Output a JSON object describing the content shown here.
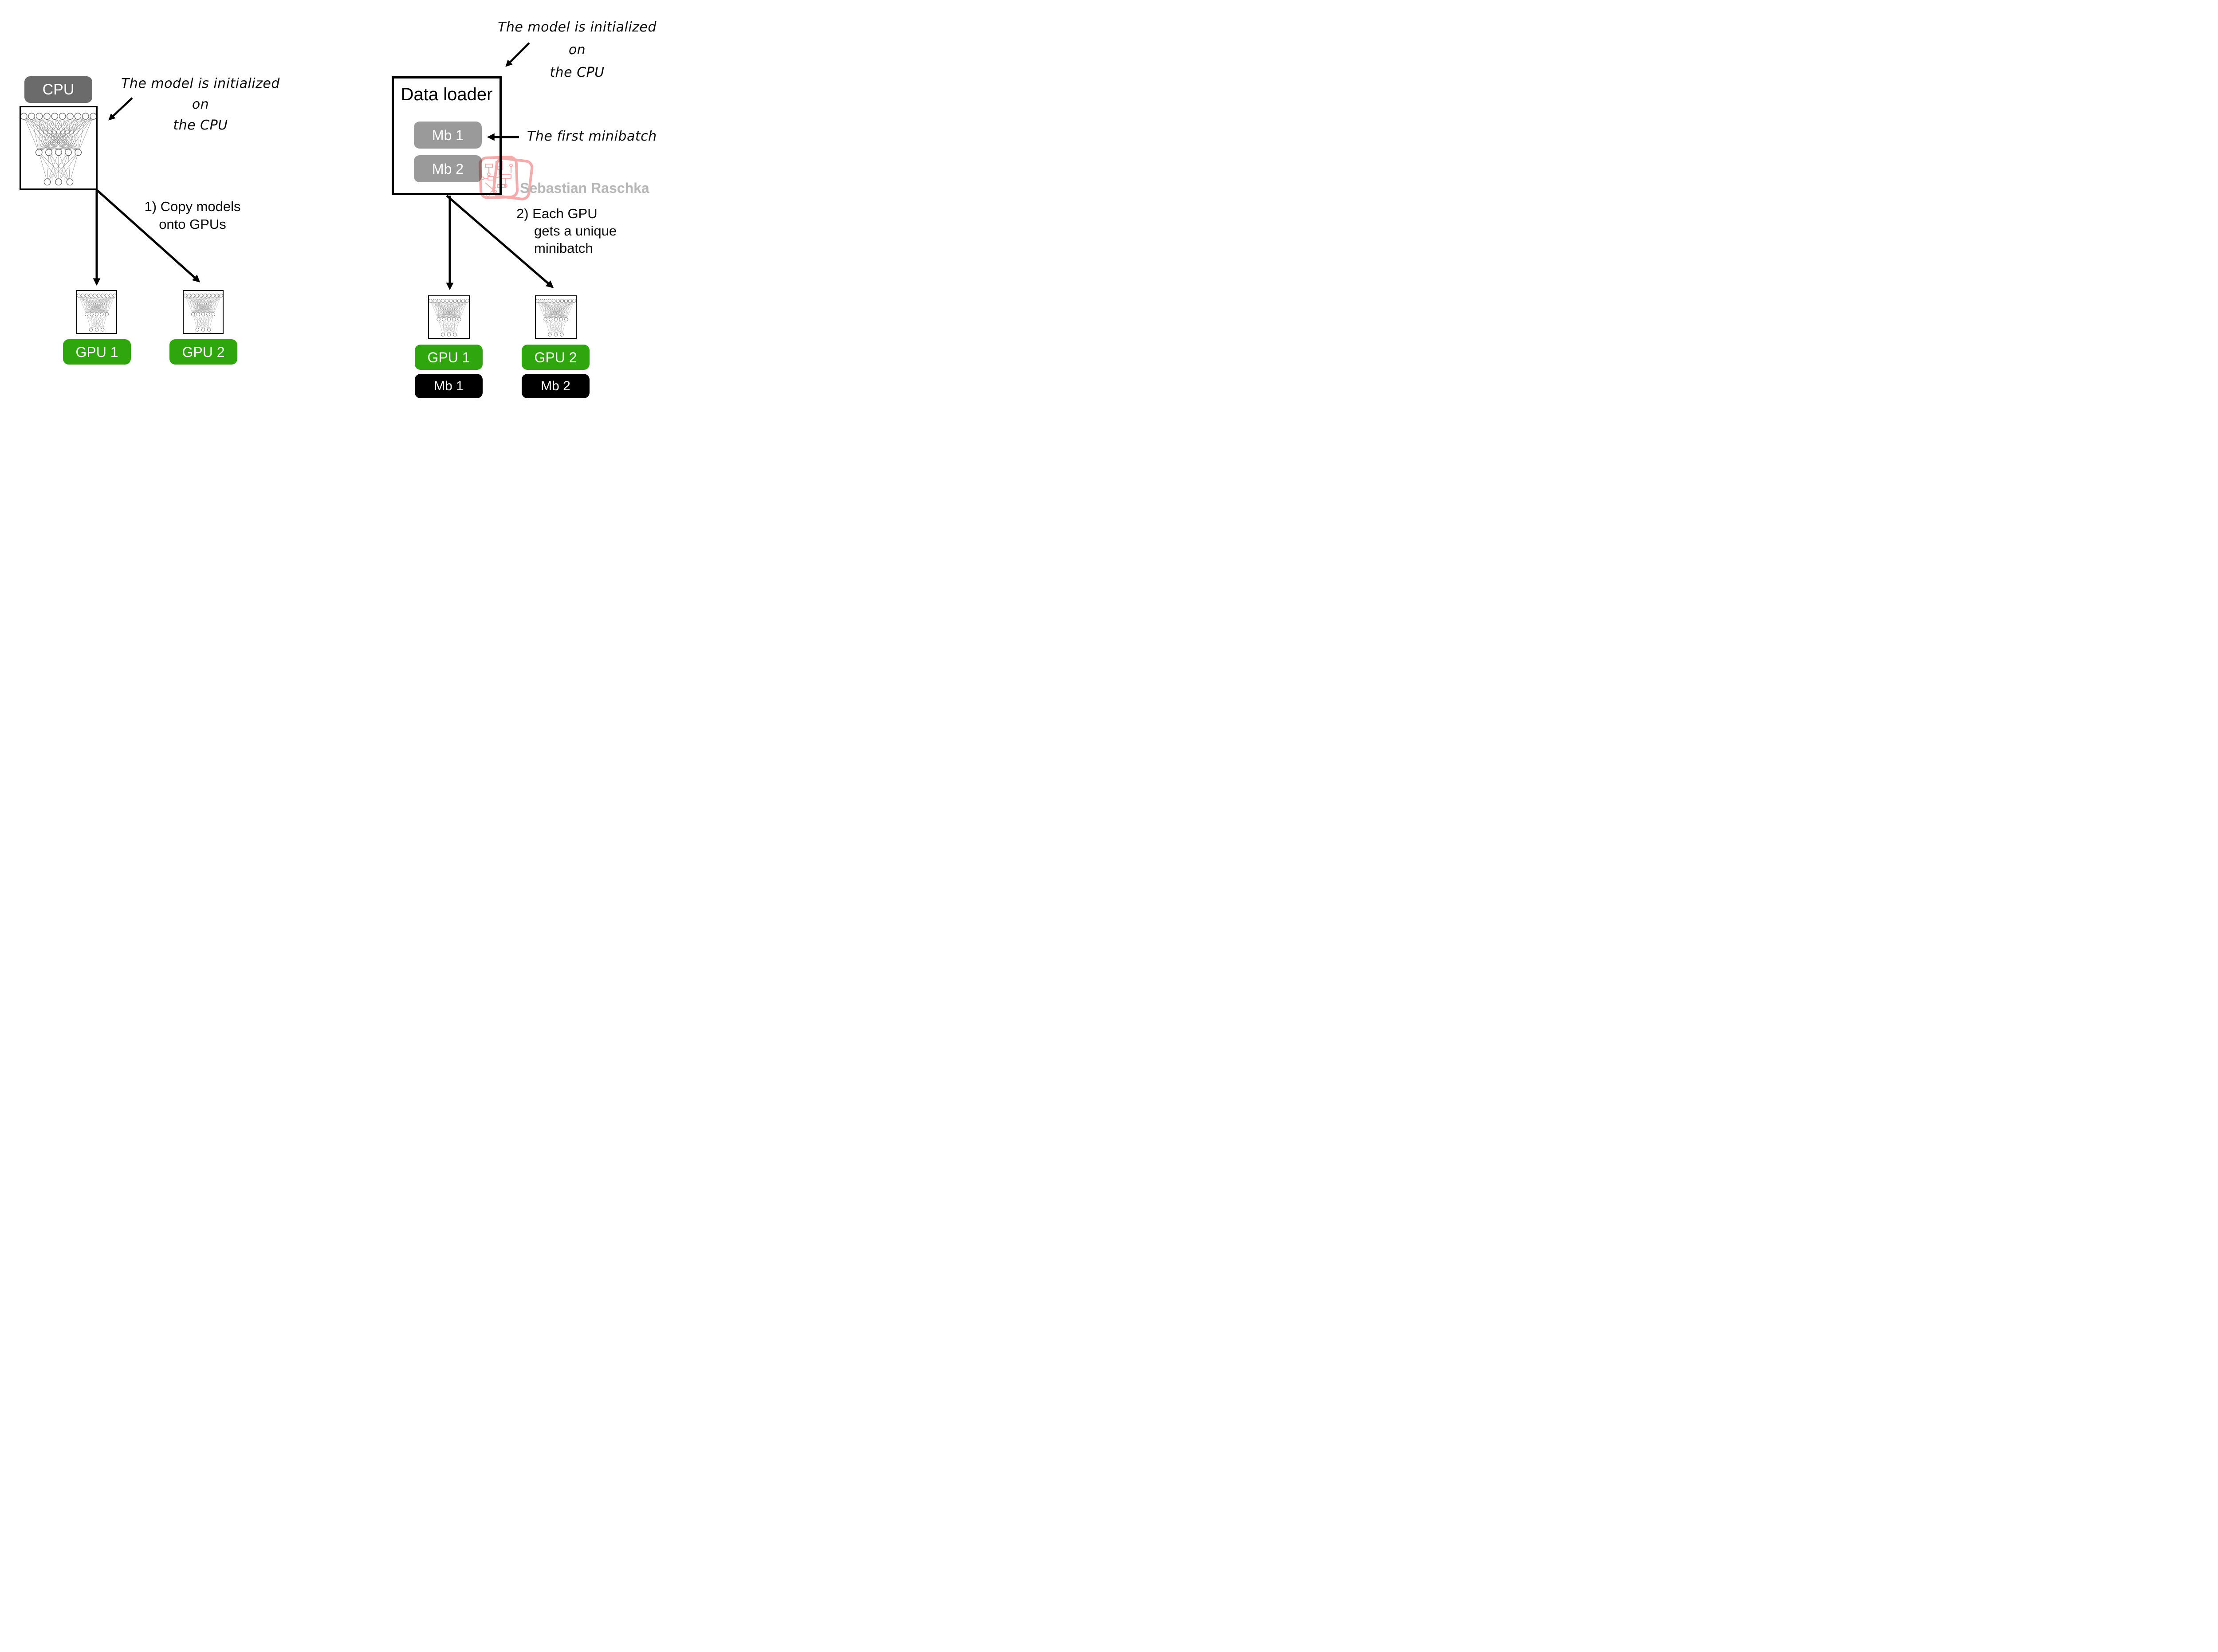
{
  "colors": {
    "cpu_badge_gray": "#6b6b6b",
    "minibatch_gray": "#9a9a9a",
    "gpu_green": "#2fa60e",
    "mb_black": "#000000",
    "stamp_pink": "#f29c9c",
    "watermark_gray": "#b7b7b7"
  },
  "left": {
    "cpu_label": "CPU",
    "annotation_line1": "The model is initialized on",
    "annotation_line2": "the CPU",
    "step_line1": "1) Copy models",
    "step_line2": "onto GPUs",
    "gpu1_label": "GPU 1",
    "gpu2_label": "GPU 2"
  },
  "right": {
    "annotation_line1": "The model is initialized on",
    "annotation_line2": "the CPU",
    "box_title": "Data loader",
    "mb1_label": "Mb 1",
    "mb2_label": "Mb 2",
    "first_minibatch_annotation": "The first minibatch",
    "watermark_name": "Sebastian Raschka",
    "step_line1": "2) Each GPU",
    "step_line2": "gets a unique",
    "step_line3": "minibatch",
    "gpu1_label": "GPU 1",
    "gpu2_label": "GPU 2",
    "mb1_bottom_label": "Mb 1",
    "mb2_bottom_label": "Mb 2"
  },
  "nn_layers": [
    10,
    5,
    3
  ]
}
